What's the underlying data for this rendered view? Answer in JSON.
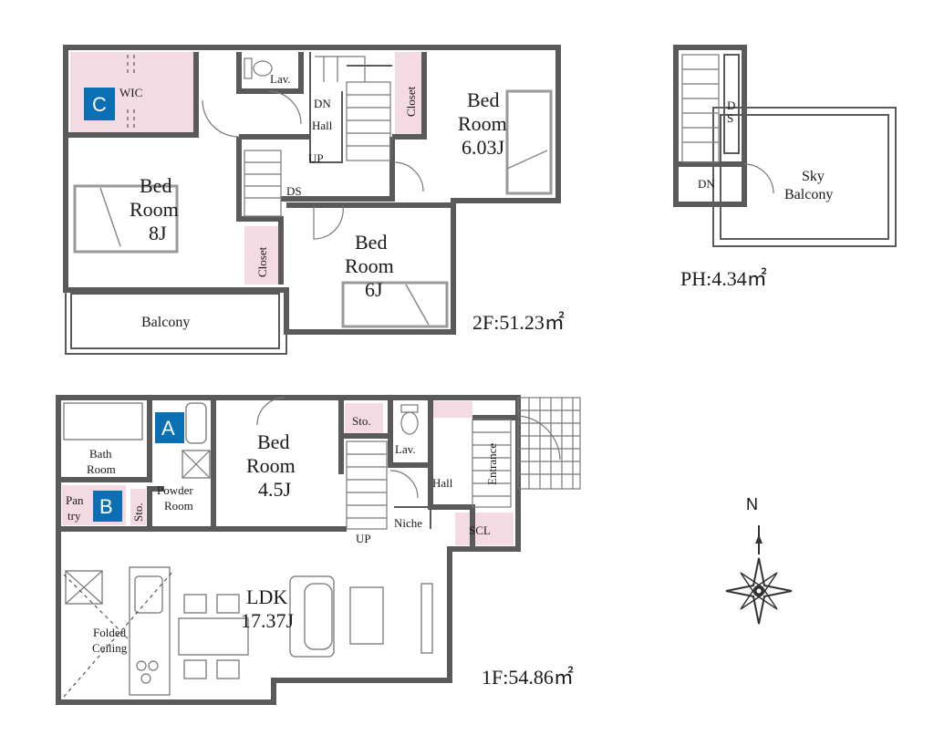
{
  "floors": {
    "second": {
      "area_label": "2F:51.23㎡",
      "rooms": {
        "wic": "WIC",
        "lav": "Lav.",
        "dn": "DN",
        "hall": "Hall",
        "up": "UP",
        "ds": "DS",
        "closet_top": "Closet",
        "closet_left": "Closet",
        "bed_603": [
          "Bed",
          "Room",
          "6.03J"
        ],
        "bed_8": [
          "Bed",
          "Room",
          "8J"
        ],
        "bed_6": [
          "Bed",
          "Room",
          "6J"
        ],
        "balcony": "Balcony"
      },
      "badge": "C"
    },
    "penthouse": {
      "area_label": "PH:4.34㎡",
      "rooms": {
        "ds": [
          "D",
          "S"
        ],
        "dn": "DN",
        "sky_balcony": [
          "Sky",
          "Balcony"
        ]
      }
    },
    "first": {
      "area_label": "1F:54.86㎡",
      "rooms": {
        "bath": [
          "Bath",
          "Room"
        ],
        "pantry": [
          "Pan",
          "try"
        ],
        "sto_small": "Sto.",
        "powder": [
          "Powder",
          "Room"
        ],
        "bed_45": [
          "Bed",
          "Room",
          "4.5J"
        ],
        "sto": "Sto.",
        "lav": "Lav.",
        "hall": "Hall",
        "entrance": "Entrance",
        "niche": "Niche",
        "up": "UP",
        "scl": "SCL",
        "ldk": [
          "LDK",
          "17.37J"
        ],
        "folded": [
          "Folded",
          "Ceiling"
        ]
      },
      "badges": [
        "A",
        "B"
      ]
    }
  },
  "compass": {
    "label": "N"
  },
  "colors": {
    "badge": "#0b6fb3",
    "closet_fill": "#f4dbe3",
    "wall": "#5a5a5a"
  }
}
